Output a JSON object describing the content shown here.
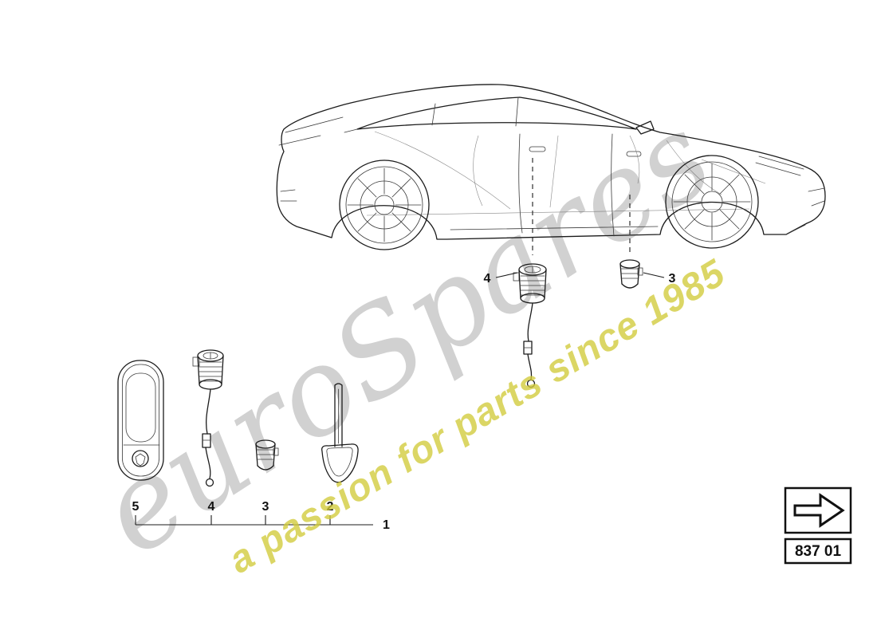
{
  "page": {
    "watermark": {
      "brand": "euroSpares",
      "tagline": "a passion for parts since 1985"
    },
    "callouts": {
      "upper": [
        {
          "label": "4"
        },
        {
          "label": "3"
        }
      ],
      "lower": [
        {
          "label": "5"
        },
        {
          "label": "4"
        },
        {
          "label": "3"
        },
        {
          "label": "2"
        },
        {
          "label": "1"
        }
      ]
    },
    "reference": {
      "code": "837 01",
      "nav_arrow": "forward"
    },
    "colors": {
      "line": "#1b1b1b",
      "watermark_gray": "#c7c7c7",
      "watermark_olive": "#d2cb3a"
    }
  }
}
